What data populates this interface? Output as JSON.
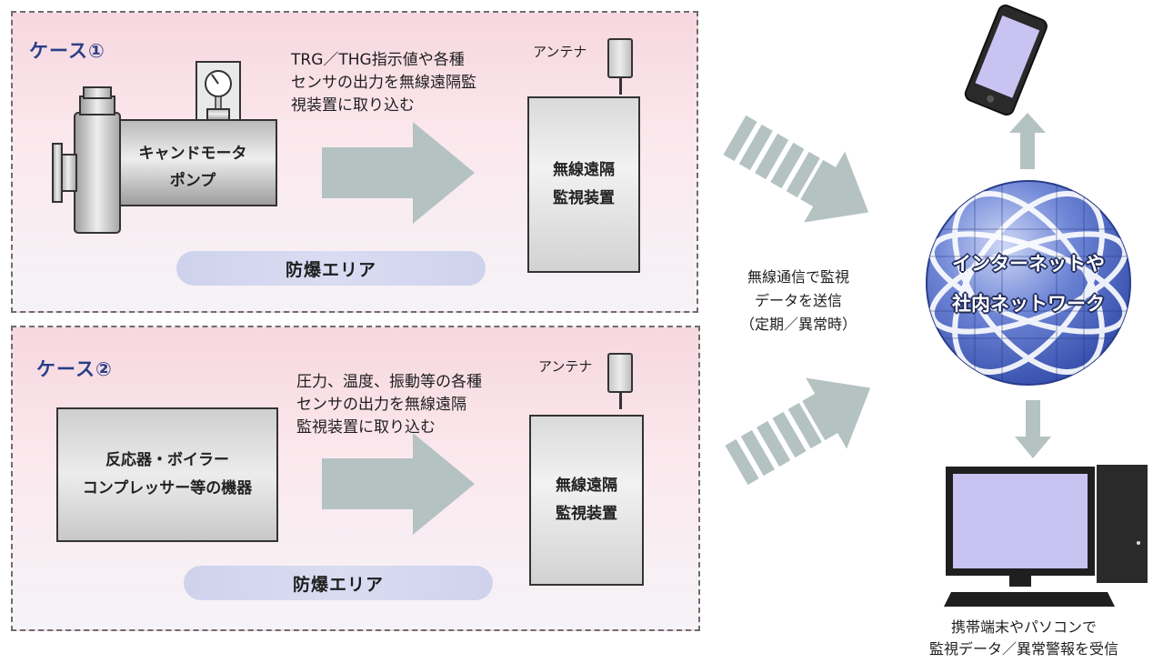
{
  "case1": {
    "title": "ケース①",
    "description_lines": [
      "TRG／THG指示値や各種",
      "センサの出力を無線遠隔監",
      "視装置に取り込む"
    ],
    "equipment_lines": [
      "キャンドモータ",
      "ポンプ"
    ],
    "antenna_label": "アンテナ",
    "device_lines": [
      "無線遠隔",
      "監視装置"
    ],
    "zone_label": "防爆エリア"
  },
  "case2": {
    "title": "ケース②",
    "description_lines": [
      "圧力、温度、振動等の各種",
      "センサの出力を無線遠隔",
      "監視装置に取り込む"
    ],
    "equipment_lines": [
      "反応器・ボイラー",
      "コンプレッサー等の機器"
    ],
    "antenna_label": "アンテナ",
    "device_lines": [
      "無線遠隔",
      "監視装置"
    ],
    "zone_label": "防爆エリア"
  },
  "transmission_lines": [
    "無線通信で監視",
    "データを送信",
    "（定期／異常時）"
  ],
  "network_lines": [
    "インターネットや",
    "社内ネットワーク"
  ],
  "receive_lines": [
    "携帯端末やパソコンで",
    "監視データ／異常警報を受信"
  ],
  "colors": {
    "panel_pink": "#f7d7df",
    "case_title": "#2a3f88",
    "zone_bar": "#d3d6ef",
    "arrow_gray": "#b5c2c2",
    "globe_blue": "#4b67c7",
    "screen_purple": "#c9c3f2"
  }
}
